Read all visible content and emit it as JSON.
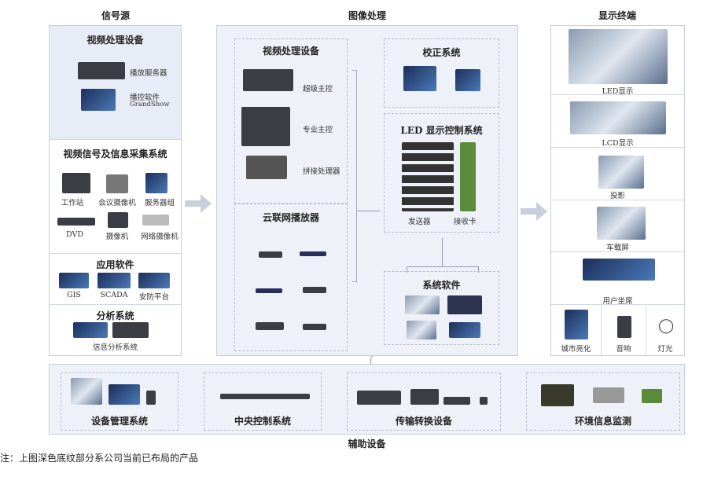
{
  "titles": {
    "source": "信号源",
    "processing": "图像处理",
    "display": "显示终端",
    "aux": "辅助设备"
  },
  "source": {
    "video_proc": {
      "title": "视频处理设备",
      "items": [
        "播放服务器",
        "播控软件",
        "GrandShow"
      ]
    },
    "capture": {
      "title": "视频信号及信息采集系统",
      "items": [
        "工作站",
        "会议摄像机",
        "服务器组",
        "DVD",
        "摄像机",
        "网络摄像机"
      ]
    },
    "apps": {
      "title": "应用软件",
      "items": [
        "GIS",
        "SCADA",
        "安防平台"
      ]
    },
    "analysis": {
      "title": "分析系统",
      "items": [
        "信息分析系统"
      ]
    }
  },
  "processing": {
    "video_proc": {
      "title": "视频处理设备",
      "items": [
        "超级主控",
        "专业主控",
        "拼接处理器"
      ]
    },
    "cloud": {
      "title": "云联网播放器"
    },
    "calib": {
      "title": "校正系统"
    },
    "led": {
      "title": "LED 显示控制系统",
      "items": [
        "发送器",
        "接收卡"
      ]
    },
    "software": {
      "title": "系统软件"
    }
  },
  "display": {
    "items": [
      "LED显示",
      "LCD显示",
      "投影",
      "车载屏",
      "用户坐席"
    ],
    "bottom": [
      "城市亮化",
      "音响",
      "灯光"
    ]
  },
  "aux": {
    "items": [
      "设备管理系统",
      "中央控制系统",
      "传输转换设备",
      "环境信息监测"
    ]
  },
  "note": "注：上图深色底纹部分系公司当前已布局的产品"
}
